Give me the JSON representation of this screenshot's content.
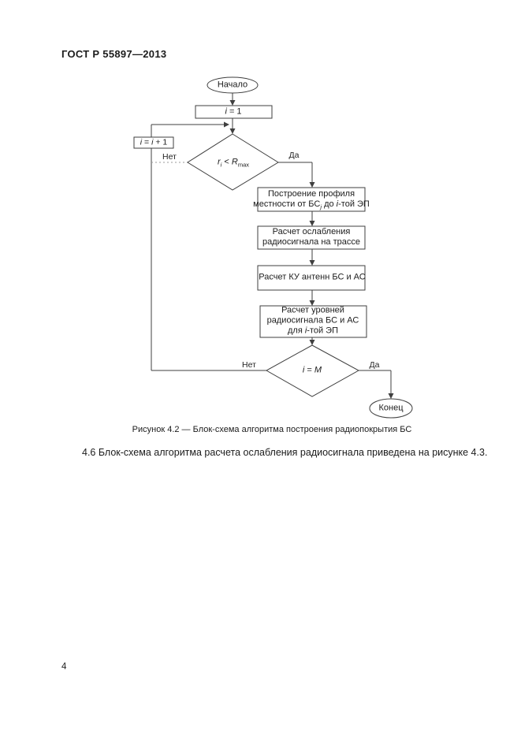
{
  "page": {
    "header": "ГОСТ Р 55897—2013",
    "caption": "Рисунок 4.2 — Блок-схема алгоритма построения радиопокрытия БС",
    "paragraph": "4.6 Блок-схема алгоритма расчета ослабления радиосигнала приведена на рисунке 4.3.",
    "page_number": "4"
  },
  "flowchart": {
    "start": "Начало",
    "end": "Конец",
    "init": {
      "var": "i",
      "rest": " = 1"
    },
    "increment": {
      "var1": "i",
      "eq": " = ",
      "var2": "i",
      "rest": " + 1"
    },
    "decision1": {
      "var": "r",
      "var_sub": "i",
      "op": " < ",
      "bound": "R",
      "bound_sub": "max"
    },
    "decision2": {
      "var": "i",
      "eq": " = ",
      "value": "M"
    },
    "labels": {
      "yes1": "Да",
      "no1": "Нет",
      "yes2": "Да",
      "no2": "Нет"
    },
    "process1": {
      "line1": "Построение профиля",
      "line2_pre": "местности от БС",
      "line2_sub": "j",
      "line2_mid": " до ",
      "line2_var": "i",
      "line2_post": "-той ЭП"
    },
    "process2": {
      "line1": "Расчет ослабления",
      "line2": "радиосигнала на трассе"
    },
    "process3": {
      "line1": "Расчет КУ антенн БС и АС"
    },
    "process4": {
      "line1": "Расчет уровней",
      "line2": "радиосигнала БС и АС",
      "line3_pre": "для ",
      "line3_var": "i",
      "line3_post": "-той ЭП"
    }
  },
  "colors": {
    "line": "#3f3f3f",
    "text": "#1c1c1c",
    "background": "#ffffff"
  }
}
